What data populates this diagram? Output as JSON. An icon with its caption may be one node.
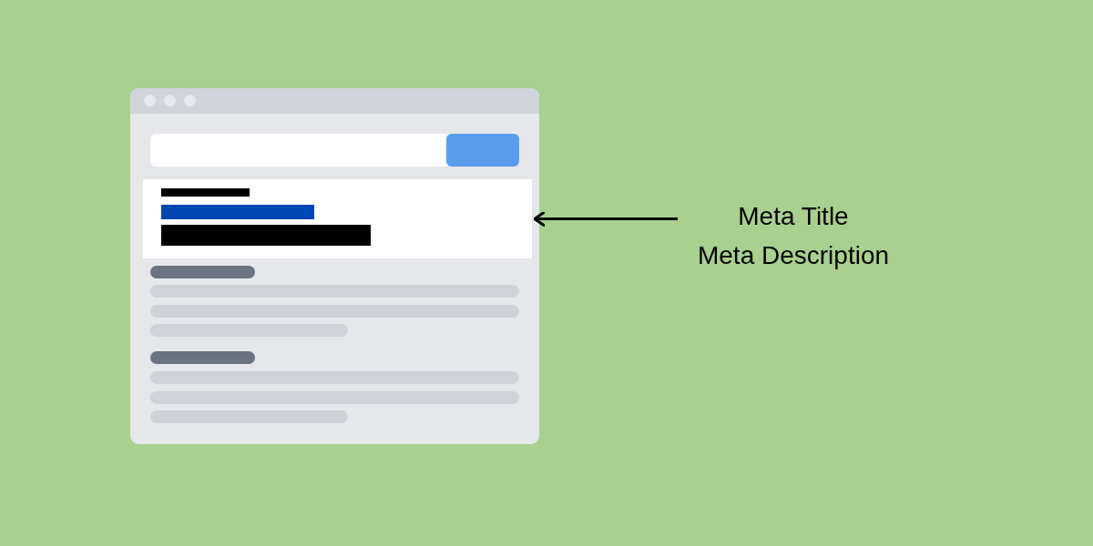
{
  "diagram": {
    "nodes": [
      {
        "text": [],
        "shape": "box"
      },
      {
        "text": [
          "Meta Title",
          "Meta Description"
        ]
      }
    ],
    "edges": [
      {
        "from": 1,
        "to": 0,
        "arrow": "to"
      }
    ]
  }
}
